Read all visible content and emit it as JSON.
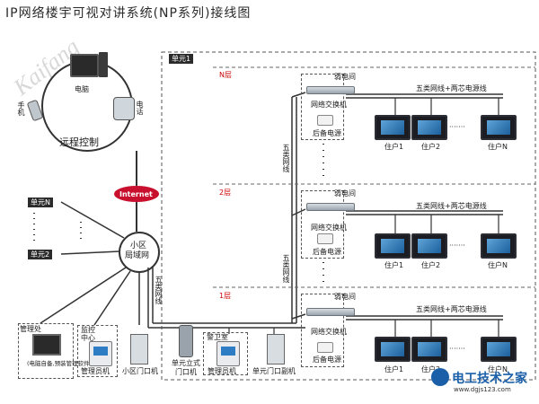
{
  "title": "IP网络楼宇可视对讲系统(NP系列)接线图",
  "watermark": "Kaifang",
  "remote": {
    "computer": "电脑",
    "phone": "手机",
    "telephone": "电话",
    "label": "远程控制",
    "internet": "Internet"
  },
  "hub": {
    "line1": "小区",
    "line2": "局域网"
  },
  "units_left": {
    "unitN": "单元N",
    "unit2": "单元2"
  },
  "unit1_label": "单元1",
  "floors": [
    {
      "floor": "N层",
      "weak_room": "弱电间",
      "switch": "网络交换机",
      "psu": "后备电源",
      "cable": "五类网线+两芯电源线",
      "residents": [
        "住户1",
        "住户2",
        "住户N"
      ]
    },
    {
      "floor": "2层",
      "weak_room": "弱电间",
      "switch": "网络交换机",
      "psu": "后备电源",
      "cable": "五类网线+两芯电源线",
      "residents": [
        "住户1",
        "住户2",
        "住户N"
      ]
    },
    {
      "floor": "1层",
      "weak_room": "弱电间",
      "switch": "网络交换机",
      "psu": "后备电源",
      "cable": "五类网线+两芯电源线",
      "residents": [
        "住户1",
        "住户2",
        "住户N"
      ]
    }
  ],
  "riser_cable_1": "五类网线",
  "riser_cable_2": "五类网线",
  "trunk_cable": "五类网线",
  "dots": "·······",
  "bottom": {
    "mgmt_office": "管理处",
    "mgmt_note": "(电脑自备,预装管理软件)",
    "monitor_center_1": "监控",
    "monitor_center_2": "中心",
    "mgmt_unit_1": "管理员机",
    "gate": "小区门口机",
    "standing_1": "单元立式",
    "standing_2": "门口机",
    "guard_room": "警卫室",
    "mgmt_unit_2": "管理员机",
    "sub_door": "单元门口副机"
  },
  "logo": {
    "text": "电工技术之家",
    "url": "www.dgjs123.com"
  }
}
